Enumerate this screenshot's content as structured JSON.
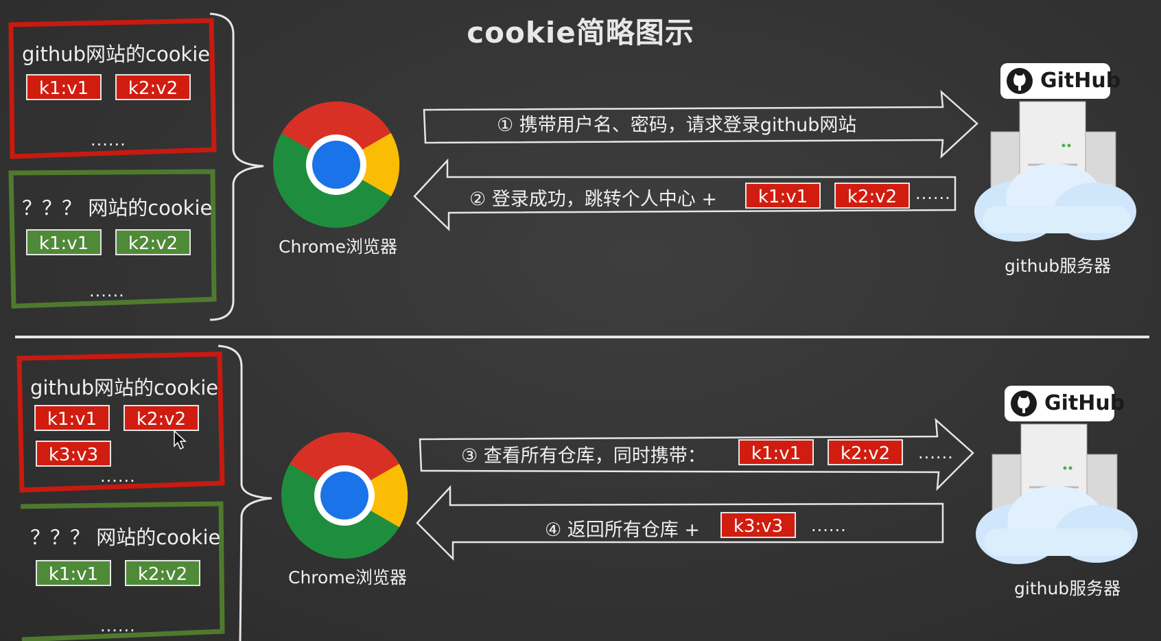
{
  "title": "cookie简略图示",
  "top": {
    "github_box": {
      "title": "github网站的cookie",
      "chips": [
        "k1:v1",
        "k2:v2"
      ],
      "dots": "......"
    },
    "other_box": {
      "title": "？？？ 网站的cookie",
      "chips": [
        "k1:v1",
        "k2:v2"
      ],
      "dots": "......"
    },
    "browser_label": "Chrome浏览器",
    "server_label": "github服务器",
    "github_logo": "GitHub",
    "arrow1": {
      "text": "① 携带用户名、密码，请求登录github网站"
    },
    "arrow2": {
      "text": "② 登录成功，跳转个人中心 +",
      "chips": [
        "k1:v1",
        "k2:v2"
      ],
      "dots": "......"
    }
  },
  "bottom": {
    "github_box": {
      "title": "github网站的cookie",
      "chips": [
        "k1:v1",
        "k2:v2",
        "k3:v3"
      ],
      "dots": "......"
    },
    "other_box": {
      "title": "？？？ 网站的cookie",
      "chips": [
        "k1:v1",
        "k2:v2"
      ],
      "dots": "......"
    },
    "browser_label": "Chrome浏览器",
    "server_label": "github服务器",
    "github_logo": "GitHub",
    "arrow3": {
      "text": "③ 查看所有仓库，同时携带：",
      "chips": [
        "k1:v1",
        "k2:v2"
      ],
      "dots": "......"
    },
    "arrow4": {
      "text": "④ 返回所有仓库 +",
      "chips": [
        "k3:v3"
      ],
      "dots": "......"
    }
  },
  "colors": {
    "red_border": "#c81a10",
    "green_border": "#4f7a2e",
    "red_chip": "#d01d10",
    "green_chip": "#4f8a38",
    "background": "#363636"
  }
}
